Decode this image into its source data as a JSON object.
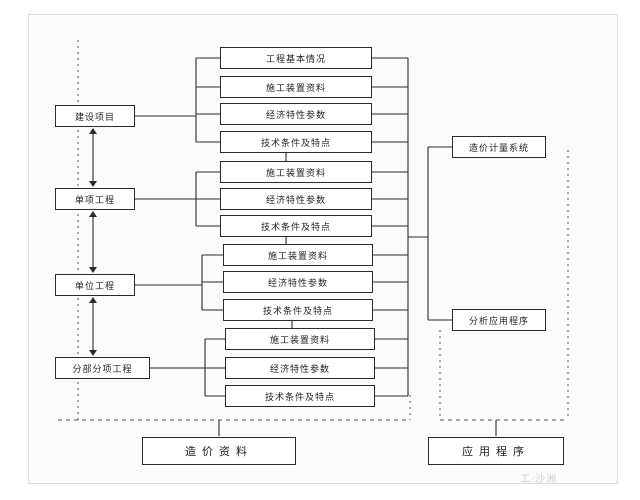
{
  "levels": [
    {
      "label": "建设项目",
      "items": [
        "工程基本情况",
        "施工装置资料",
        "经济特性参数",
        "技术条件及特点"
      ]
    },
    {
      "label": "单项工程",
      "items": [
        "施工装置资料",
        "经济特性参数",
        "技术条件及特点"
      ]
    },
    {
      "label": "单位工程",
      "items": [
        "施工装置资料",
        "经济特性参数",
        "技术条件及特点"
      ]
    },
    {
      "label": "分部分项工程",
      "items": [
        "施工装置资料",
        "经济特性参数",
        "技术条件及特点"
      ]
    }
  ],
  "right_boxes": {
    "cost_system": "造价计量系统",
    "analysis_program": "分析应用程序"
  },
  "bottom_boxes": {
    "cost_data": "造价资料",
    "application_program": "应用程序"
  },
  "watermark": "工·沙洲",
  "colors": {
    "line": "#2b2b2b",
    "dash": "#555555"
  }
}
